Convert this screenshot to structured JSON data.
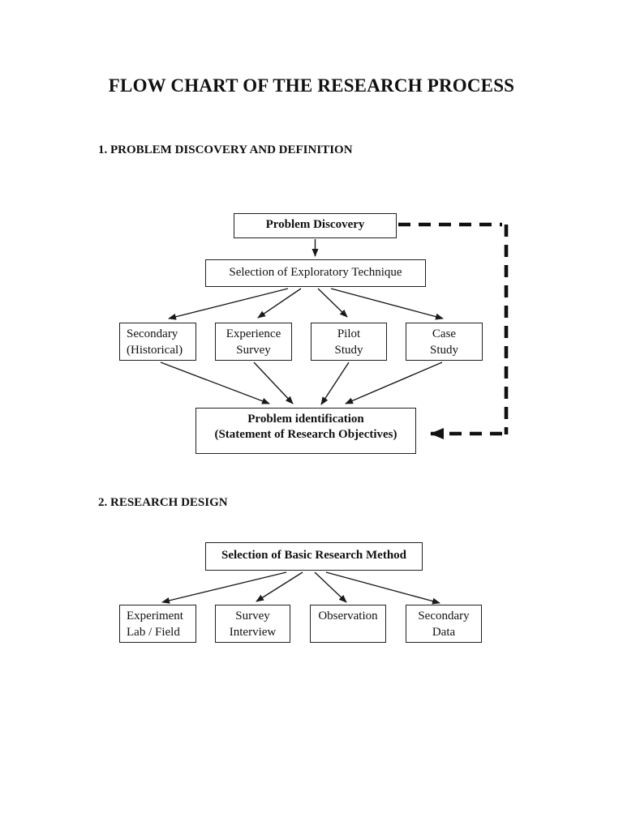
{
  "page": {
    "title": "FLOW CHART OF THE RESEARCH PROCESS"
  },
  "section1": {
    "heading": "1. PROBLEM DISCOVERY AND DEFINITION",
    "problem_discovery": "Problem Discovery",
    "selection_technique": "Selection of Exploratory Technique",
    "techniques": [
      {
        "line1": "Secondary",
        "line2": "(Historical)"
      },
      {
        "line1": "Experience",
        "line2": "Survey"
      },
      {
        "line1": "Pilot",
        "line2": "Study"
      },
      {
        "line1": "Case",
        "line2": "Study"
      }
    ],
    "problem_identification_line1": "Problem identification",
    "problem_identification_line2": "(Statement of Research Objectives)"
  },
  "section2": {
    "heading": "2. RESEARCH DESIGN",
    "selection_method": "Selection of Basic Research Method",
    "methods": [
      {
        "line1": "Experiment",
        "line2": "Lab / Field"
      },
      {
        "line1": "Survey",
        "line2": "Interview"
      },
      {
        "line1": "Observation",
        "line2": ""
      },
      {
        "line1": "Secondary",
        "line2": "Data"
      }
    ]
  },
  "colors": {
    "background": "#ffffff",
    "text": "#111111",
    "line": "#1a1a1a"
  }
}
